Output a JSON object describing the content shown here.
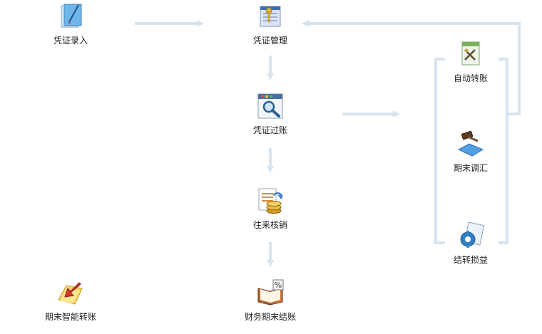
{
  "colors": {
    "connector": "#d6e4f0",
    "label": "#222222"
  },
  "nodes": {
    "voucher_entry": {
      "label": "凭证录入",
      "icon": "voucher-entry-icon"
    },
    "voucher_management": {
      "label": "凭证管理",
      "icon": "voucher-management-icon"
    },
    "voucher_posting": {
      "label": "凭证过账",
      "icon": "voucher-posting-icon"
    },
    "ar_ap_writeoff": {
      "label": "往来核销",
      "icon": "ar-ap-writeoff-icon"
    },
    "period_end_closing": {
      "label": "财务期末结账",
      "icon": "period-end-closing-icon"
    },
    "auto_transfer": {
      "label": "自动转账",
      "icon": "auto-transfer-icon"
    },
    "period_end_fx_adjust": {
      "label": "期末调汇",
      "icon": "fx-adjust-icon"
    },
    "profit_loss_transfer": {
      "label": "结转损益",
      "icon": "profit-loss-transfer-icon"
    },
    "smart_transfer": {
      "label": "期末智能转账",
      "icon": "smart-transfer-icon"
    }
  }
}
